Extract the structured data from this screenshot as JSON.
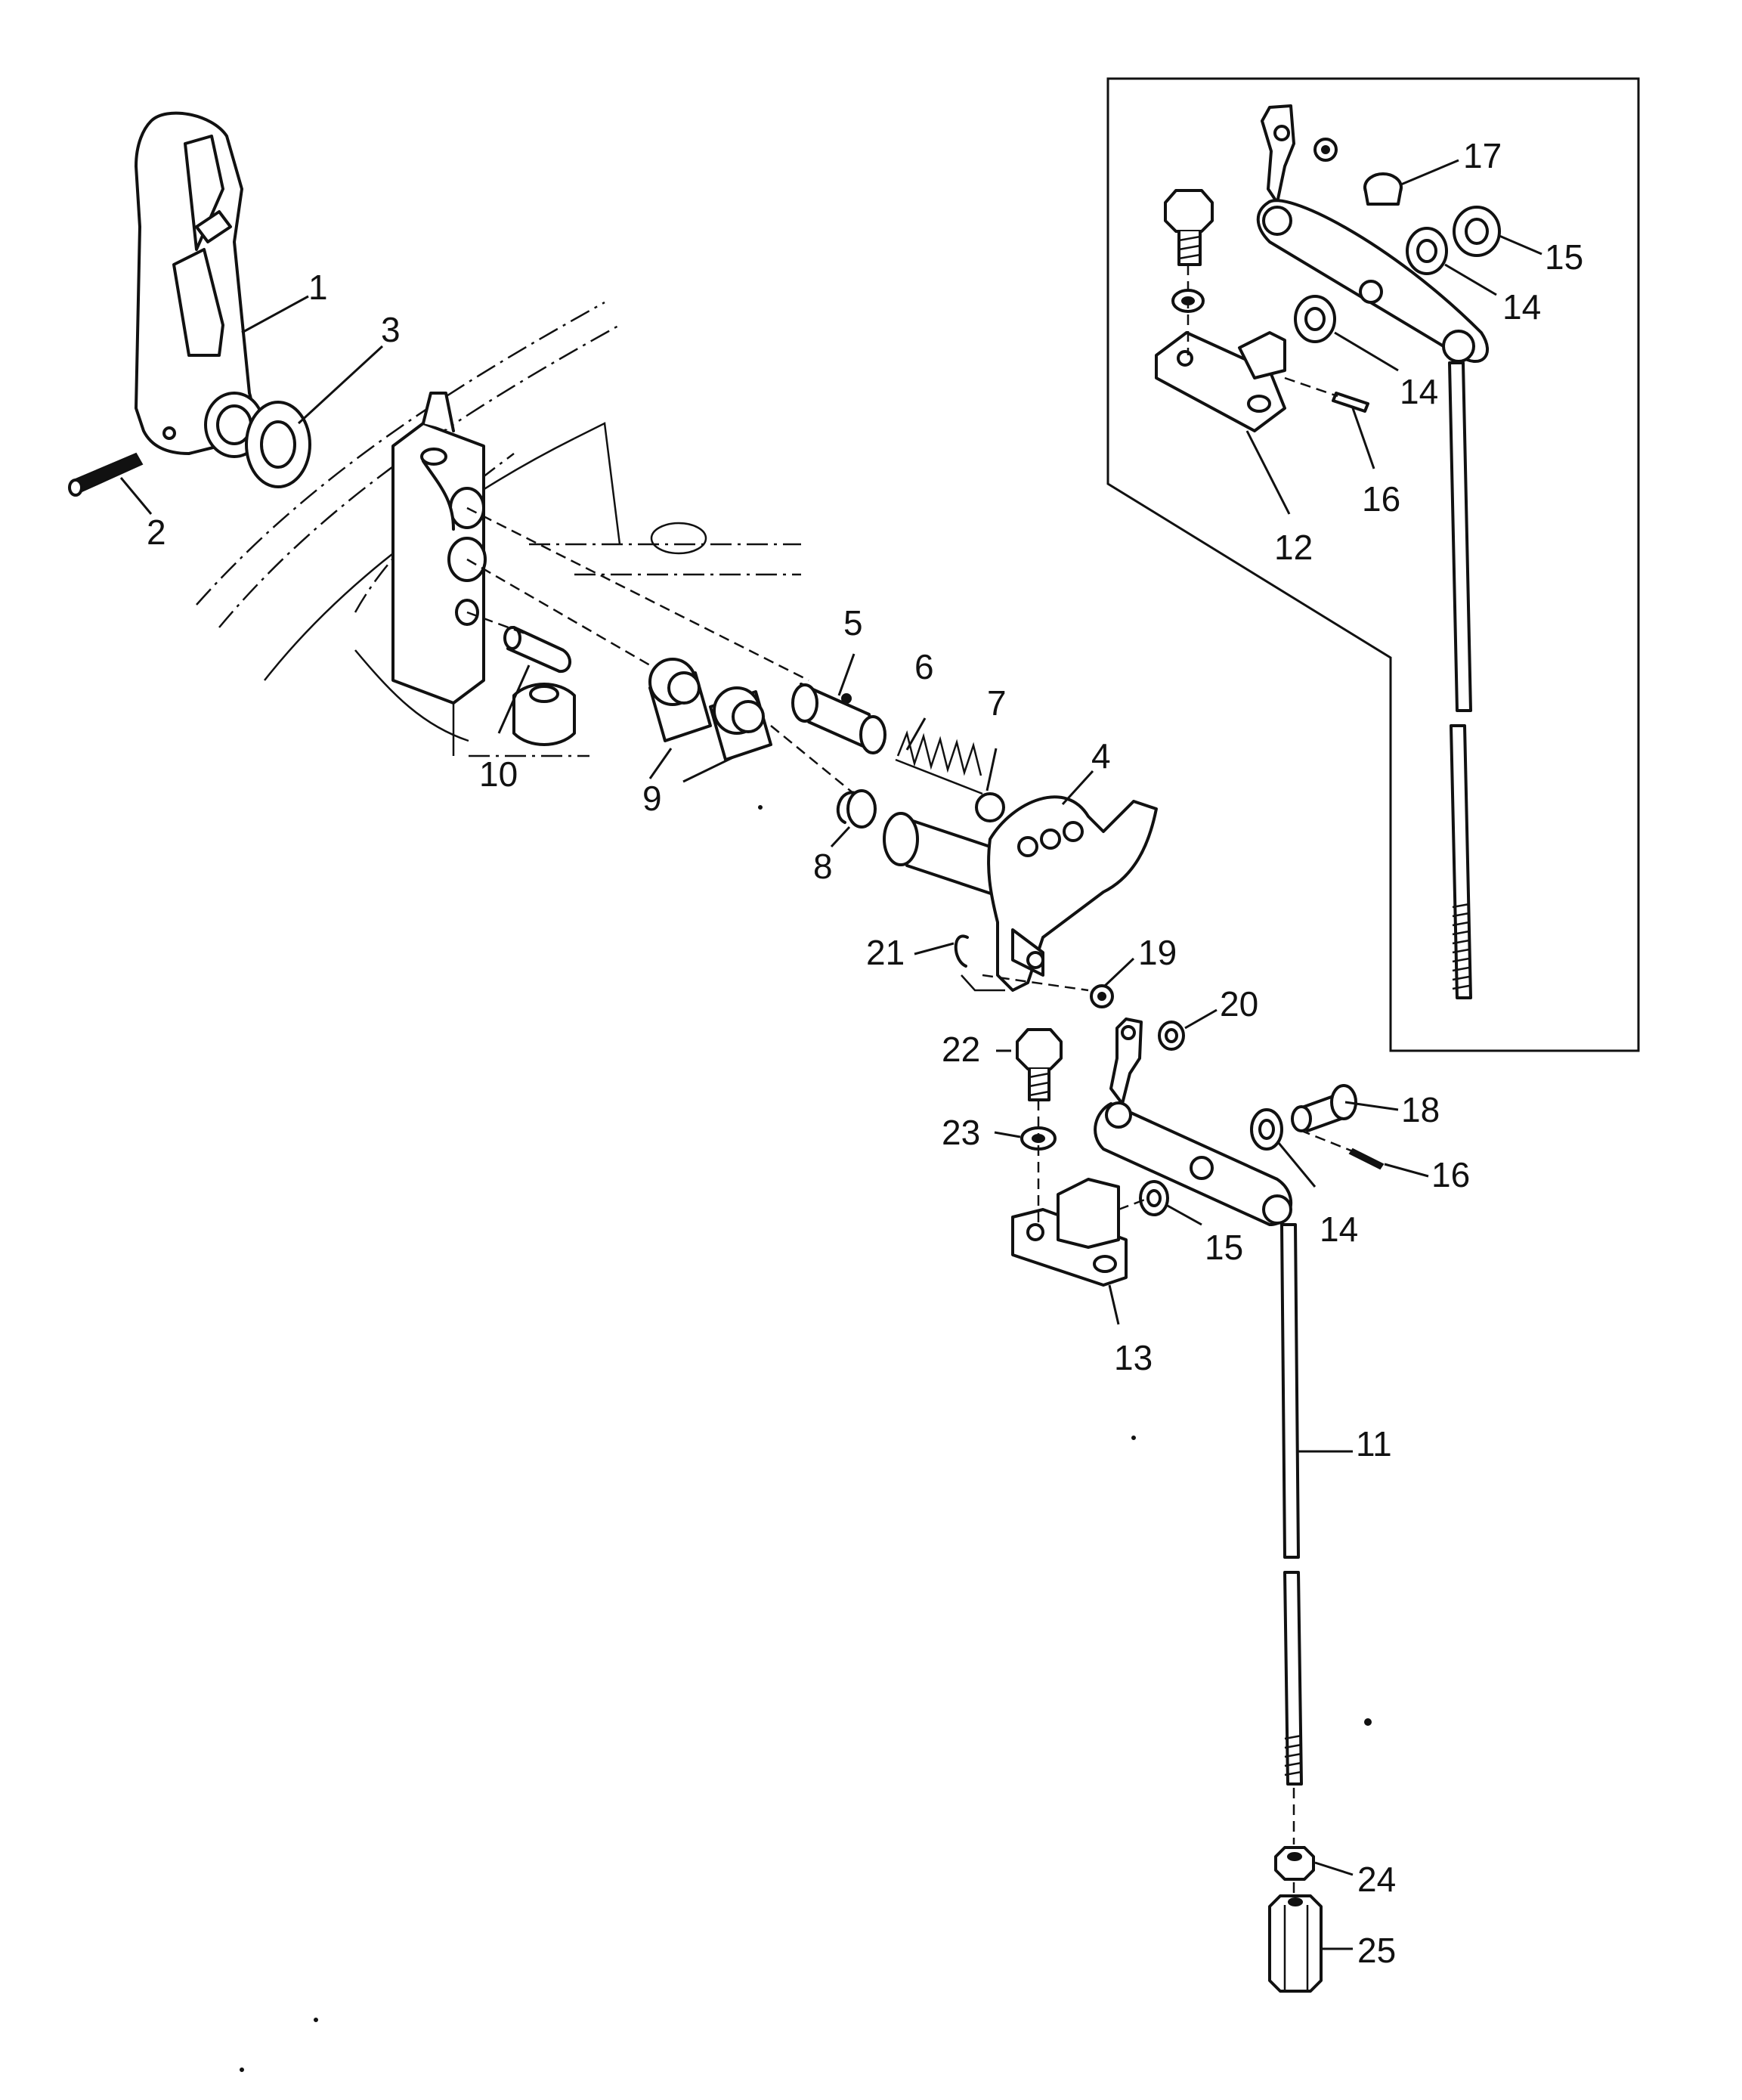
{
  "callouts": {
    "c1": "1",
    "c2": "2",
    "c3": "3",
    "c4": "4",
    "c5": "5",
    "c6": "6",
    "c7": "7",
    "c8": "8",
    "c9": "9",
    "c10": "10",
    "c11": "11",
    "c12": "12",
    "c13": "13",
    "c14_inset_a": "14",
    "c14_inset_b": "14",
    "c14_main": "14",
    "c15_inset": "15",
    "c15_main": "15",
    "c16_inset": "16",
    "c16_main": "16",
    "c17": "17",
    "c18": "18",
    "c19": "19",
    "c20": "20",
    "c21": "21",
    "c22": "22",
    "c23": "23",
    "c24": "24",
    "c25": "25"
  }
}
